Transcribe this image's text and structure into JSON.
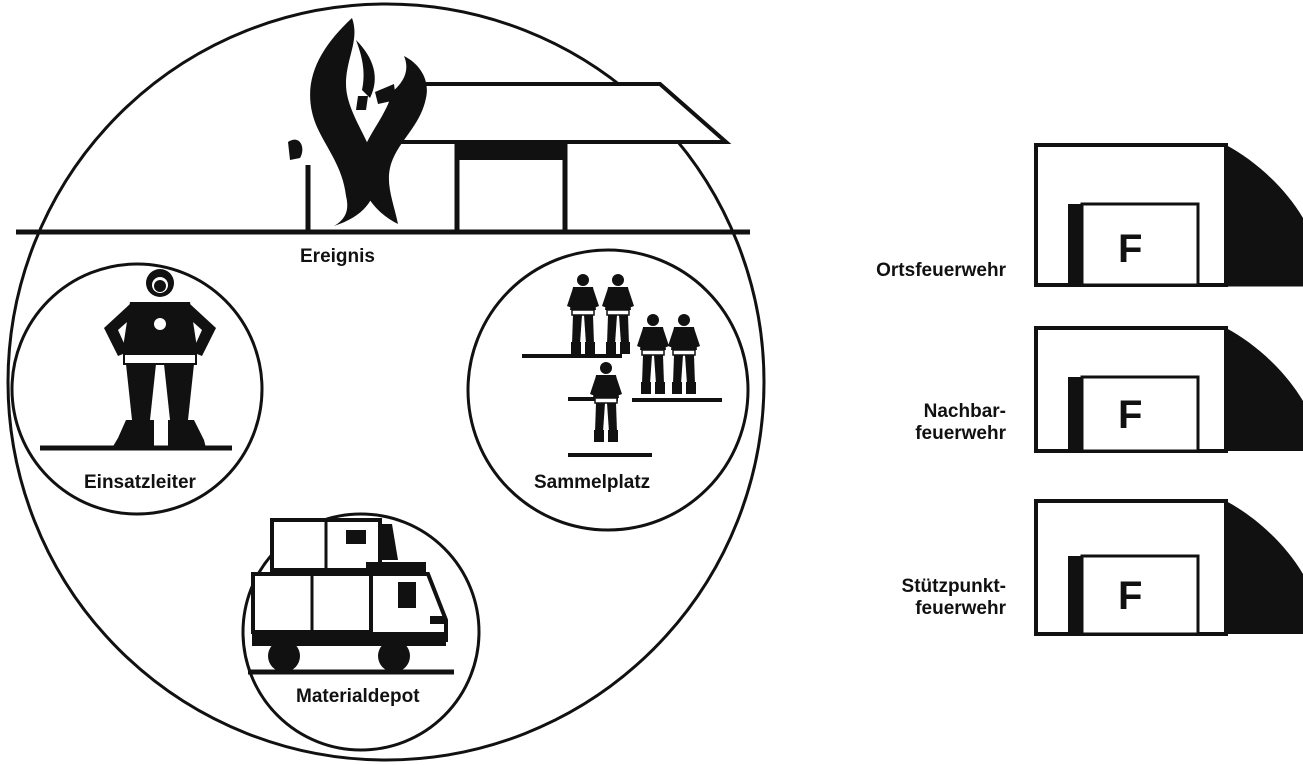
{
  "main_circle": {
    "ereignis_label": "Ereignis",
    "einsatzleiter_label": "Einsatzleiter",
    "sammelplatz_label": "Sammelplatz",
    "materialdepot_label": "Materialdepot"
  },
  "stations": [
    {
      "label_lines": [
        "Ortsfeuerwehr"
      ],
      "door_letter": "F"
    },
    {
      "label_lines": [
        "Nachbar-",
        "feuerwehr"
      ],
      "door_letter": "F"
    },
    {
      "label_lines": [
        "Stützpunkt-",
        "feuerwehr"
      ],
      "door_letter": "F"
    }
  ]
}
